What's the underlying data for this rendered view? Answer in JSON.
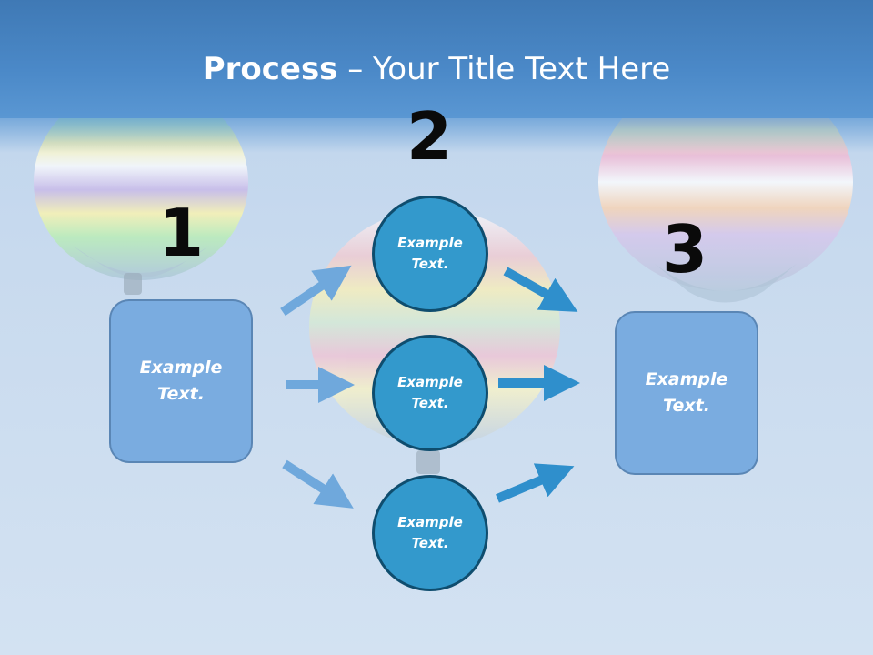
{
  "header": {
    "title_bold": "Process",
    "title_rest": " – Your Title Text Here"
  },
  "steps": {
    "one": "1",
    "two": "2",
    "three": "3"
  },
  "left_box": {
    "line1": "Example",
    "line2": "Text."
  },
  "right_box": {
    "line1": "Example",
    "line2": "Text."
  },
  "circles": [
    {
      "line1": "Example",
      "line2": "Text."
    },
    {
      "line1": "Example",
      "line2": "Text."
    },
    {
      "line1": "Example",
      "line2": "Text."
    }
  ],
  "colors": {
    "header": "#4b89c8",
    "box_fill": "#7aace0",
    "circle_fill": "#3399cc",
    "circle_border": "#0f4d6e",
    "arrow_light": "#6fa8dc",
    "arrow_dark": "#2f8fcc"
  }
}
